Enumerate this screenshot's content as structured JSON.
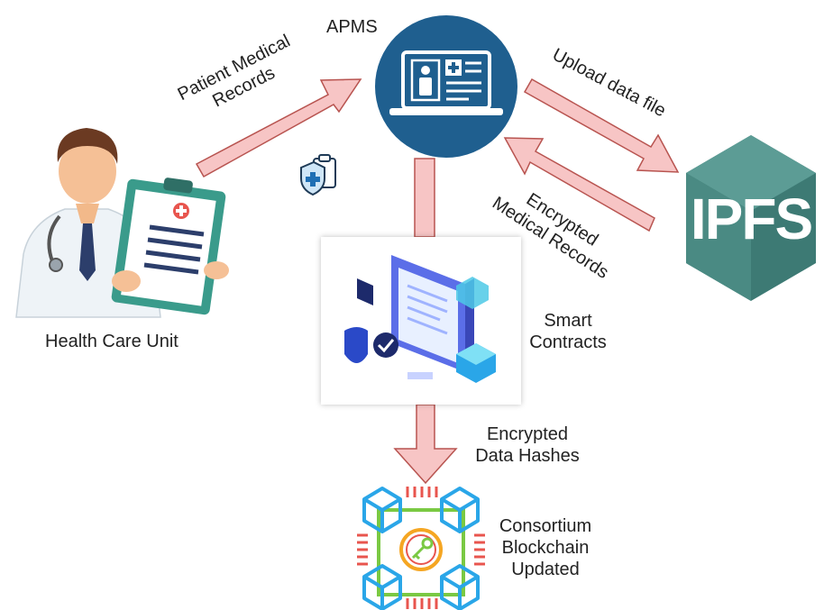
{
  "title": "",
  "nodes": {
    "apms": {
      "label": "APMS"
    },
    "health_care_unit": {
      "label": "Health Care Unit"
    },
    "smart_contracts": {
      "label_line1": "Smart",
      "label_line2": "Contracts"
    },
    "ipfs": {
      "logo_text": "IPFS"
    },
    "blockchain": {
      "label_line1": "Consortium",
      "label_line2": "Blockchain",
      "label_line3": "Updated"
    }
  },
  "edges": {
    "patient_records": {
      "line1": "Patient Medical",
      "line2": "Records"
    },
    "upload": {
      "label": "Upload data file"
    },
    "encrypted_records": {
      "line1": "Encrypted",
      "line2": "Medical Records"
    },
    "data_hashes": {
      "line1": "Encrypted",
      "line2": "Data Hashes"
    }
  },
  "colors": {
    "arrow_fill": "#f7c5c5",
    "arrow_stroke": "#b85450",
    "apms_circle": "#1f5f8f",
    "ipfs_hex": "#3d7a74",
    "ipfs_hex_light": "#5c9c95",
    "blockchain_blue": "#2aa6e8",
    "blockchain_green": "#7ac943",
    "blockchain_red": "#e8554e"
  },
  "icons": {
    "apms": "monitor-medical-record-icon",
    "doctor": "doctor-with-clipboard-icon",
    "shield": "medical-shield-clipboard-icon",
    "smart_contract": "smart-contract-isometric-icon",
    "ipfs": "ipfs-hexagon-icon",
    "blockchain": "blockchain-network-key-icon"
  }
}
